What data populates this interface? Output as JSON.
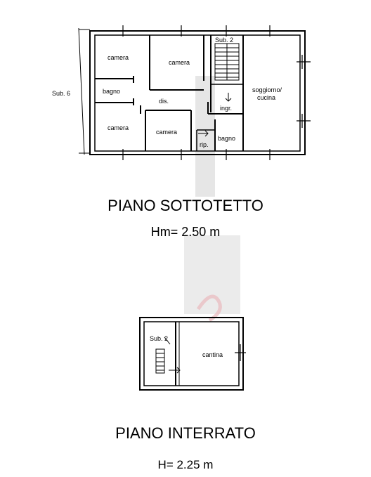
{
  "upper_floor": {
    "title": "PIANO SOTTOTETTO",
    "height": "Hm= 2.50 m",
    "neighbor_label": "Sub. 6",
    "sub_label": "Sub. 2",
    "rooms": {
      "camera_nw": "camera",
      "camera_n": "camera",
      "bagno_w": "bagno",
      "dis": "dis.",
      "camera_sw": "camera",
      "camera_s": "camera",
      "rip": "rip.",
      "ingr": "ingr.",
      "bagno_e": "bagno",
      "soggiorno_1": "soggiorno/",
      "soggiorno_2": "cucina"
    }
  },
  "lower_floor": {
    "title": "PIANO INTERRATO",
    "height": "H= 2.25 m",
    "sub_label": "Sub. 2",
    "rooms": {
      "cantina": "cantina"
    }
  },
  "colors": {
    "wall": "#000000",
    "watermark_blur": "#d8d8d8",
    "watermark_logo": "#e9b9bd"
  }
}
